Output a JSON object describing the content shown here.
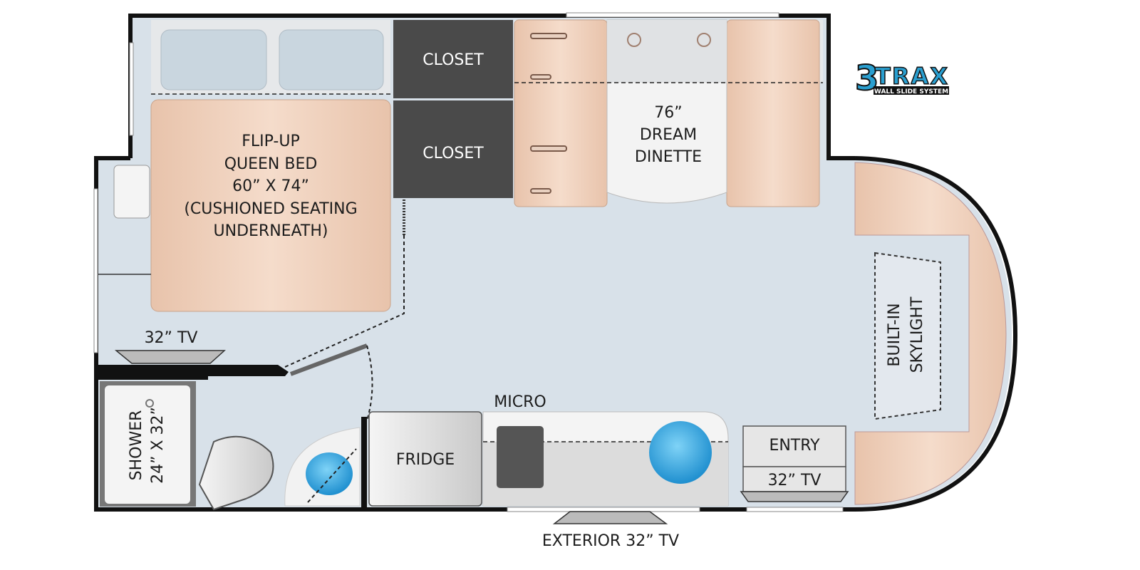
{
  "logo": {
    "brand": "3TRAX",
    "tagline": "WALL SLIDE SYSTEM",
    "color": "#2a9fd0"
  },
  "rooms": {
    "bed": [
      "FLIP-UP",
      "QUEEN BED",
      "60” X 74”",
      "(CUSHIONED SEATING",
      "UNDERNEATH)"
    ],
    "closet_top": "CLOSET",
    "closet_bottom": "CLOSET",
    "dinette": [
      "76”",
      "DREAM",
      "DINETTE"
    ],
    "skylight": [
      "BUILT-IN",
      "SKYLIGHT"
    ],
    "bedroom_tv": "32” TV",
    "shower": [
      "SHOWER",
      "24” X 32”"
    ],
    "fridge": "FRIDGE",
    "micro": "MICRO",
    "entry": "ENTRY",
    "entry_tv": "32” TV",
    "exterior_tv": "EXTERIOR 32” TV"
  },
  "colors": {
    "floor": "#d8e1e9",
    "wall": "#111111",
    "cushion": "#f0d3c0",
    "closet": "#4a4a4a",
    "water": "#3fb2e8"
  }
}
